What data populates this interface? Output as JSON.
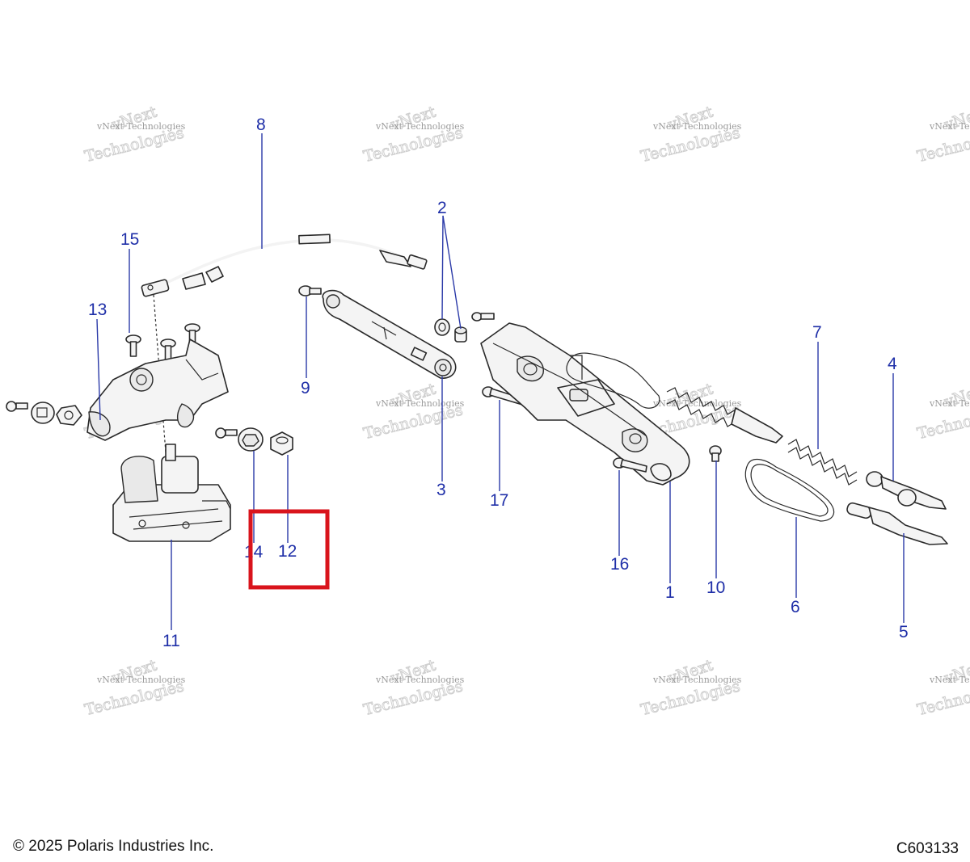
{
  "callouts": [
    {
      "id": "1",
      "label": "1"
    },
    {
      "id": "2",
      "label": "2"
    },
    {
      "id": "3",
      "label": "3"
    },
    {
      "id": "4",
      "label": "4"
    },
    {
      "id": "5",
      "label": "5"
    },
    {
      "id": "6",
      "label": "6"
    },
    {
      "id": "7",
      "label": "7"
    },
    {
      "id": "8",
      "label": "8"
    },
    {
      "id": "9",
      "label": "9"
    },
    {
      "id": "10",
      "label": "10"
    },
    {
      "id": "11",
      "label": "11"
    },
    {
      "id": "12",
      "label": "12"
    },
    {
      "id": "13",
      "label": "13"
    },
    {
      "id": "14",
      "label": "14"
    },
    {
      "id": "15",
      "label": "15"
    },
    {
      "id": "16",
      "label": "16"
    },
    {
      "id": "17",
      "label": "17"
    }
  ],
  "watermark": {
    "line1": "vNext Technologies",
    "line2": "vNext",
    "line3": "Technologies"
  },
  "highlight": {
    "target": "12",
    "color": "#d9141c"
  },
  "footer": {
    "copyright": "© 2025 Polaris Industries Inc.",
    "drawing_code": "C603133"
  },
  "colors": {
    "callout": "#1f2fa8",
    "leader": "#2b3aa8",
    "line": "#2a2a2a"
  }
}
